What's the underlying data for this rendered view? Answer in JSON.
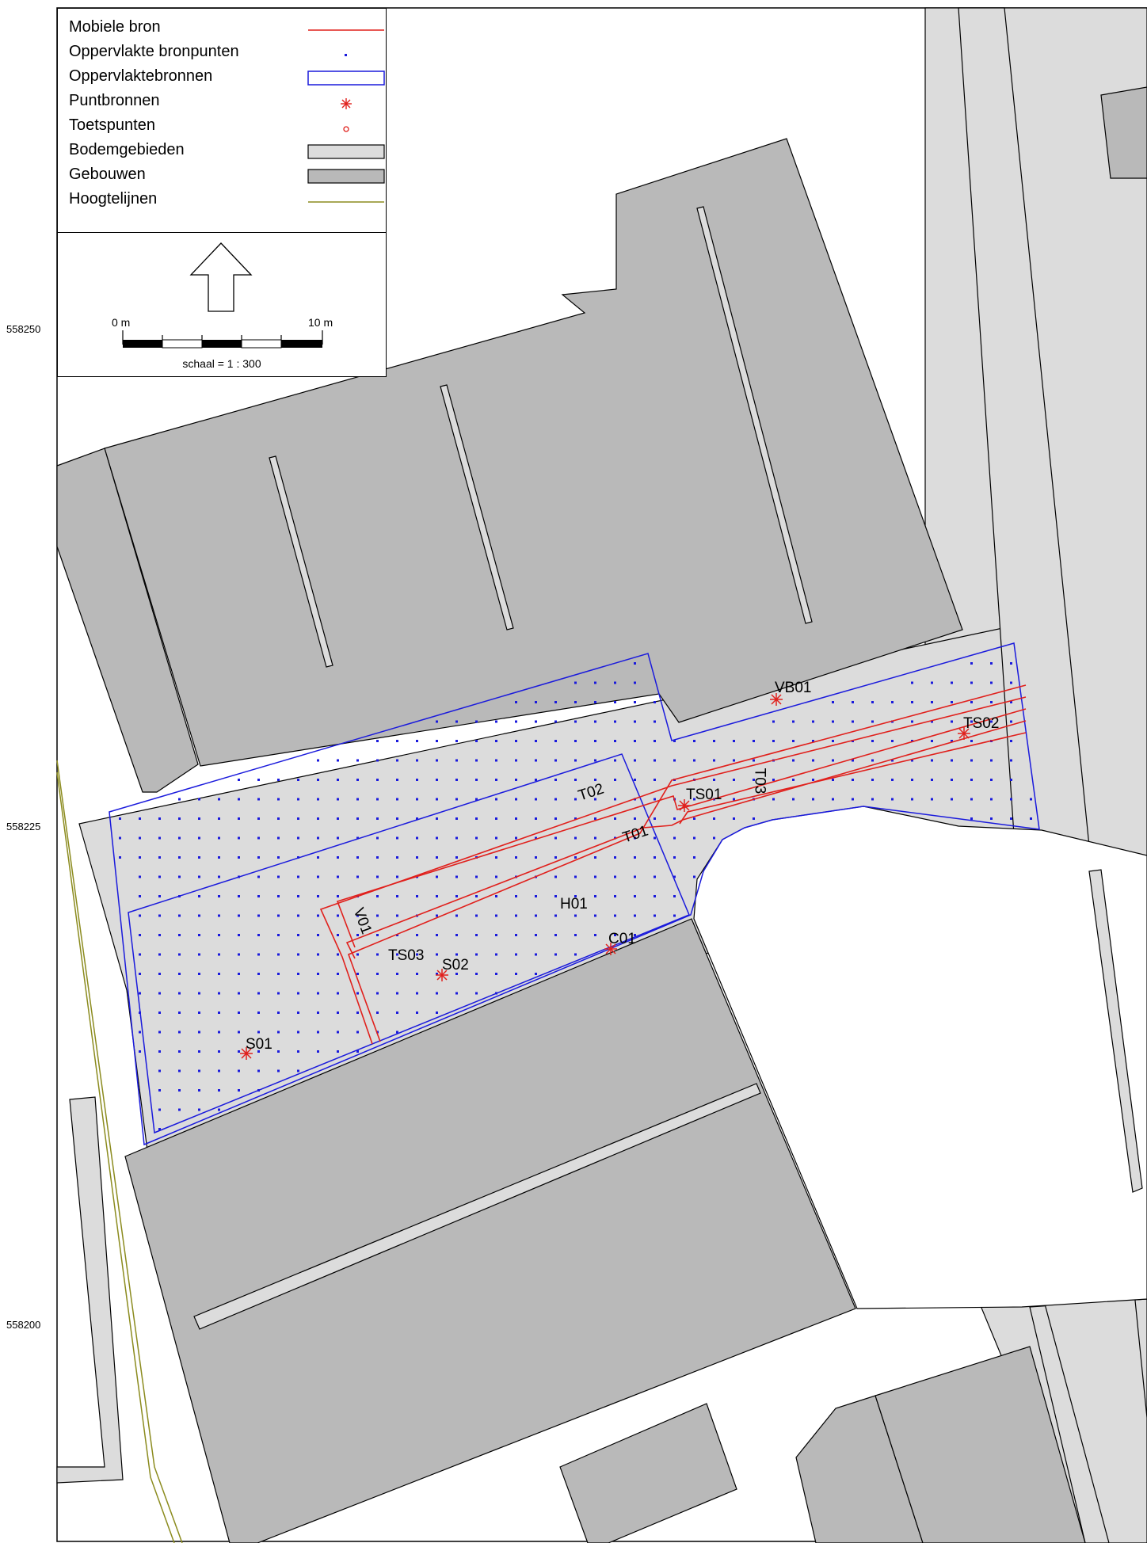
{
  "legend": {
    "items": [
      {
        "label": "Mobiele bron",
        "symbol": "line",
        "color": "#e0201c"
      },
      {
        "label": "Oppervlakte bronpunten",
        "symbol": "dot",
        "color": "#1a1adc"
      },
      {
        "label": "Oppervlaktebronnen",
        "symbol": "rect-outline",
        "color": "#1a1adc"
      },
      {
        "label": "Puntbronnen",
        "symbol": "asterisk",
        "color": "#e0201c"
      },
      {
        "label": "Toetspunten",
        "symbol": "small-circle",
        "color": "#e0201c"
      },
      {
        "label": "Bodemgebieden",
        "symbol": "rect-fill",
        "color": "#dcdcdc"
      },
      {
        "label": "Gebouwen",
        "symbol": "rect-fill",
        "color": "#b9b9b9"
      },
      {
        "label": "Hoogtelijnen",
        "symbol": "line",
        "color": "#8b8b1e"
      }
    ],
    "north_arrow": "north-arrow-icon",
    "scale_bar": {
      "start_label": "0 m",
      "end_label": "10 m",
      "note": "schaal = 1 : 300"
    }
  },
  "axis": {
    "y_labels": [
      "558250",
      "558225",
      "558200"
    ]
  },
  "map_labels": {
    "VB01": "VB01",
    "TS02": "TS02",
    "TS01": "TS01",
    "T02": "T02",
    "T01": "T01",
    "T03": "T03",
    "H01": "H01",
    "C01": "C01",
    "V01": "V01",
    "TS03": "TS03",
    "S02": "S02",
    "S01": "S01"
  },
  "colors": {
    "building": "#b9b9b9",
    "ground": "#dcdcdc",
    "area_source": "#1a1adc",
    "mobile_source": "#e0201c",
    "height_line": "#8b8b1e"
  }
}
